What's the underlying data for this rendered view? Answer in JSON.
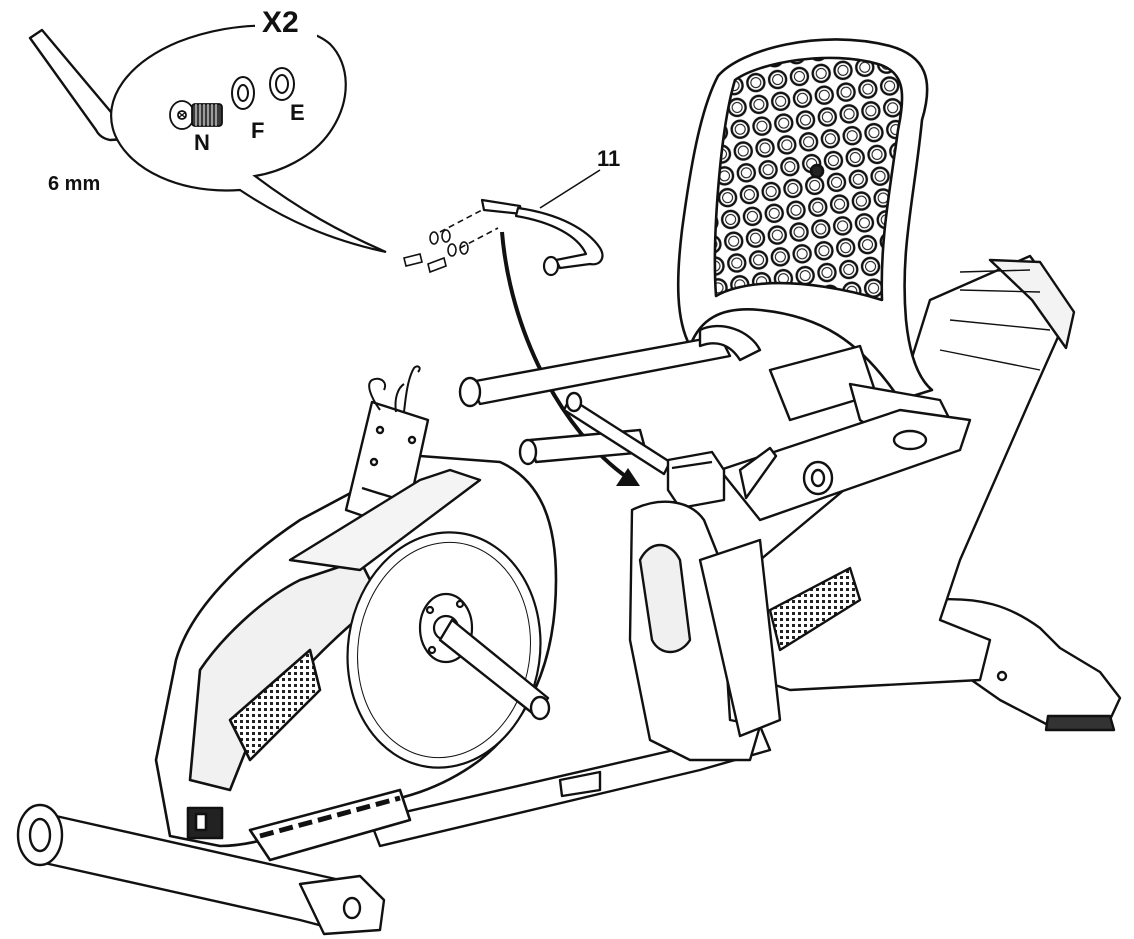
{
  "callout": {
    "quantity": "X2",
    "parts": [
      {
        "id": "N",
        "label": "N",
        "icon": "bolt-icon"
      },
      {
        "id": "F",
        "label": "F",
        "icon": "lock-washer-icon"
      },
      {
        "id": "E",
        "label": "E",
        "icon": "flat-washer-icon"
      }
    ]
  },
  "tool": {
    "label": "6 mm",
    "icon": "hex-key-icon"
  },
  "part_number": "11",
  "colors": {
    "line": "#111111",
    "fill": "#ffffff",
    "shade": "#e6e6e6",
    "dark": "#2a2a2a"
  }
}
